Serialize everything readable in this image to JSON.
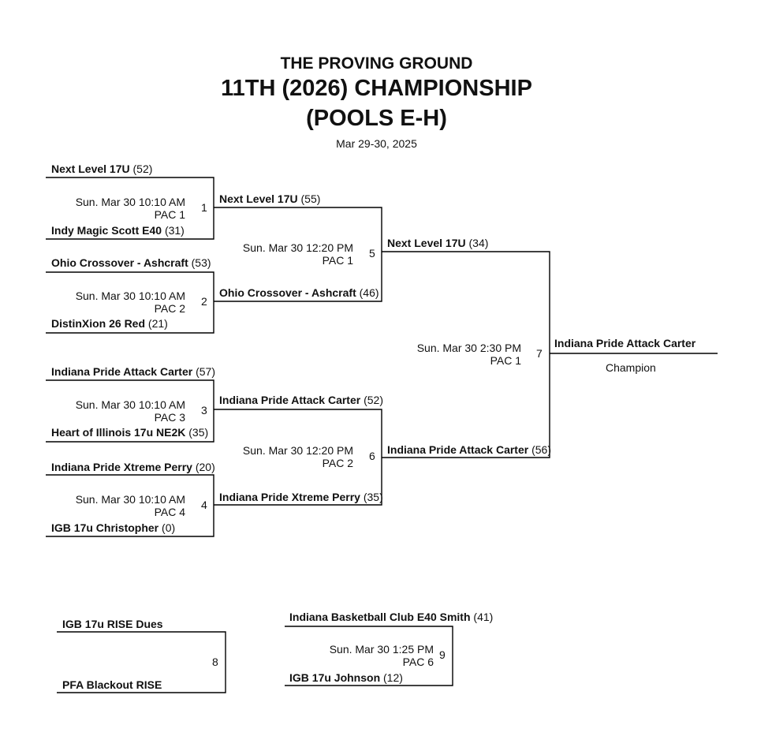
{
  "header": {
    "line1": "THE PROVING GROUND",
    "line2": "11TH (2026) CHAMPIONSHIP",
    "line3": "(POOLS E-H)",
    "dates": "Mar 29-30, 2025"
  },
  "games": {
    "g1": {
      "number": "1",
      "time": "Sun. Mar 30 10:10 AM",
      "court": "PAC 1",
      "top": {
        "name": "Next Level 17U",
        "score": "(52)"
      },
      "bottom": {
        "name": "Indy Magic Scott E40",
        "score": "(31)"
      }
    },
    "g2": {
      "number": "2",
      "time": "Sun. Mar 30 10:10 AM",
      "court": "PAC 2",
      "top": {
        "name": "Ohio Crossover - Ashcraft",
        "score": "(53)"
      },
      "bottom": {
        "name": "DistinXion 26 Red",
        "score": "(21)"
      }
    },
    "g3": {
      "number": "3",
      "time": "Sun. Mar 30 10:10 AM",
      "court": "PAC 3",
      "top": {
        "name": "Indiana Pride Attack Carter",
        "score": "(57)"
      },
      "bottom": {
        "name": "Heart of Illinois 17u NE2K",
        "score": "(35)"
      }
    },
    "g4": {
      "number": "4",
      "time": "Sun. Mar 30 10:10 AM",
      "court": "PAC 4",
      "top": {
        "name": "Indiana Pride Xtreme Perry",
        "score": "(20)"
      },
      "bottom": {
        "name": "IGB 17u Christopher",
        "score": "(0)"
      }
    },
    "g5": {
      "number": "5",
      "time": "Sun. Mar 30 12:20 PM",
      "court": "PAC 1",
      "top": {
        "name": "Next Level 17U",
        "score": "(55)"
      },
      "bottom": {
        "name": "Ohio Crossover - Ashcraft",
        "score": "(46)"
      }
    },
    "g6": {
      "number": "6",
      "time": "Sun. Mar 30 12:20 PM",
      "court": "PAC 2",
      "top": {
        "name": "Indiana Pride Attack Carter",
        "score": "(52)"
      },
      "bottom": {
        "name": "Indiana Pride Xtreme Perry",
        "score": "(35)"
      }
    },
    "g7": {
      "number": "7",
      "time": "Sun. Mar 30 2:30 PM",
      "court": "PAC 1",
      "top": {
        "name": "Next Level 17U",
        "score": "(34)"
      },
      "bottom": {
        "name": "Indiana Pride Attack Carter",
        "score": "(56)"
      }
    },
    "g8": {
      "number": "8",
      "top": {
        "name": "IGB 17u RISE Dues"
      },
      "bottom": {
        "name": "PFA Blackout RISE"
      }
    },
    "g9": {
      "number": "9",
      "time": "Sun. Mar 30 1:25 PM",
      "court": "PAC 6",
      "top": {
        "name": "Indiana Basketball Club E40 Smith",
        "score": "(41)"
      },
      "bottom": {
        "name": "IGB 17u Johnson",
        "score": "(12)"
      }
    }
  },
  "champion": {
    "name": "Indiana Pride Attack Carter",
    "label": "Champion"
  }
}
